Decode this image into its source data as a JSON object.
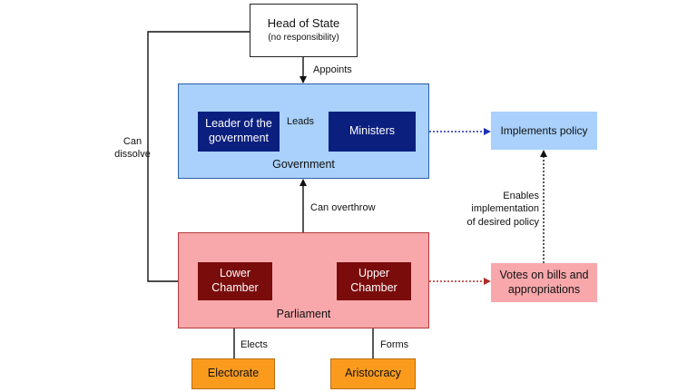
{
  "nodes": {
    "head_of_state": {
      "title": "Head of State",
      "subtitle": "(no responsibility)"
    },
    "government": "Government",
    "leader": [
      "Leader of the",
      "government"
    ],
    "ministers": "Ministers",
    "implements_policy": "Implements policy",
    "parliament": "Parliament",
    "lower_chamber": [
      "Lower",
      "Chamber"
    ],
    "upper_chamber": [
      "Upper",
      "Chamber"
    ],
    "votes": [
      "Votes on bills and",
      "appropriations"
    ],
    "electorate": "Electorate",
    "aristocracy": "Aristocracy"
  },
  "edges": {
    "appoints": "Appoints",
    "leads": "Leads",
    "can_dissolve": [
      "Can",
      "dissolve"
    ],
    "can_overthrow": "Can overthrow",
    "enables": [
      "Enables",
      "implementation",
      "of desired policy"
    ],
    "elects": "Elects",
    "forms": "Forms"
  },
  "colors": {
    "government_fill": "#a9d1fb",
    "government_inner": "#0a1f7e",
    "parliament_fill": "#f8a8ab",
    "parliament_inner": "#7a0c0c",
    "source_fill": "#fb9b1e",
    "line": "#111111",
    "dotted_blue": "#1c2fb3",
    "dotted_red": "#b02a2a"
  }
}
